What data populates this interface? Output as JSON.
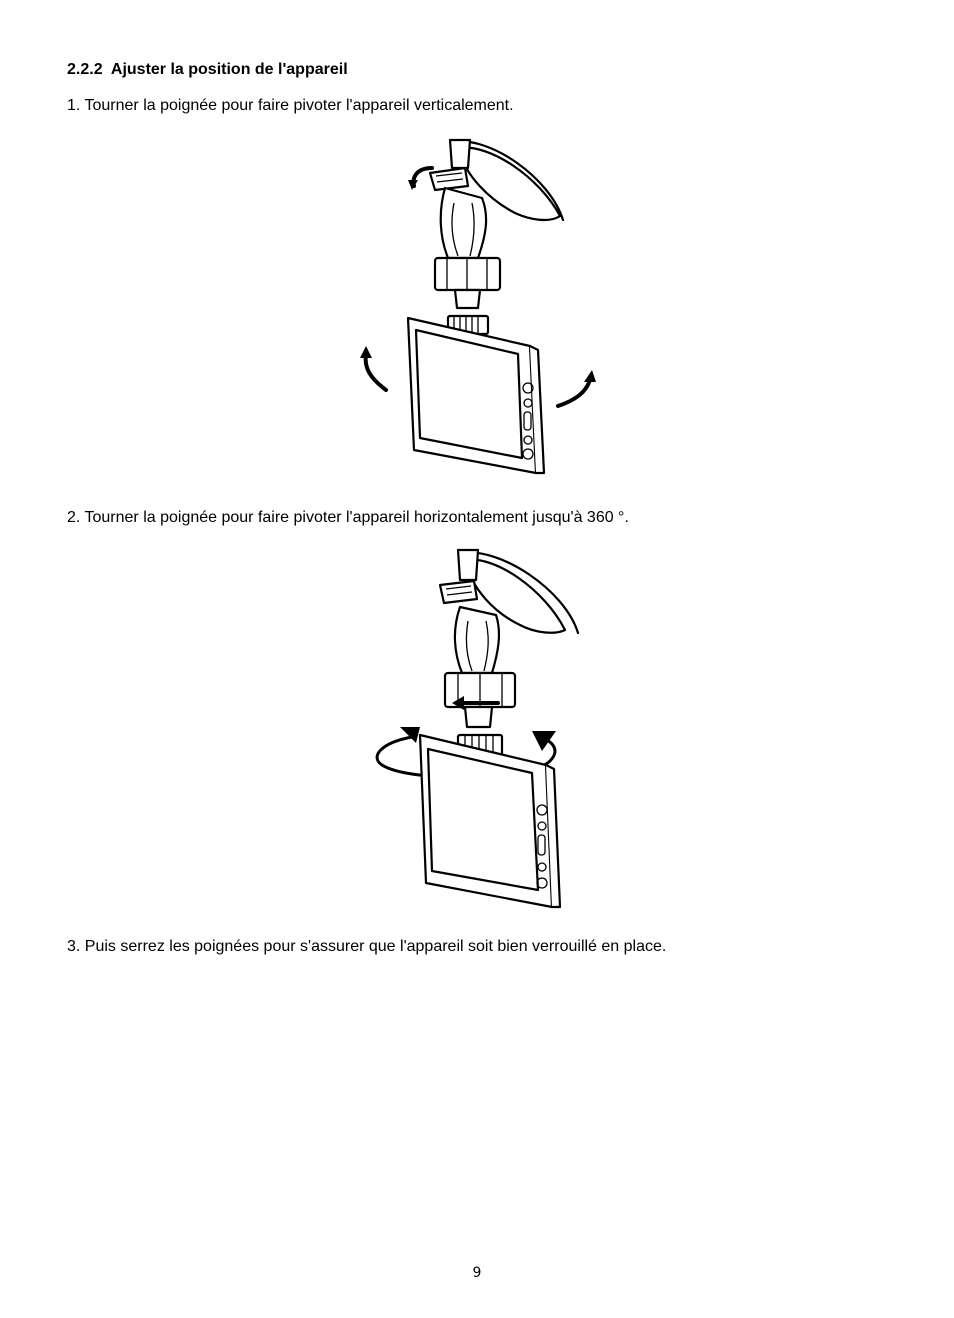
{
  "section": {
    "number": "2.2.2",
    "title": "Ajuster la position de l'appareil"
  },
  "steps": [
    {
      "text": "1. Tourner la poignée pour faire pivoter l'appareil verticalement."
    },
    {
      "text": "2. Tourner la poignée pour faire pivoter l'appareil horizontalement jusqu'à 360 °."
    },
    {
      "text": "3. Puis serrez les poignées pour s'assurer que l'appareil soit bien verrouillé en place."
    }
  ],
  "figures": [
    {
      "icon": "dashcam-vertical-rotation-illustration"
    },
    {
      "icon": "dashcam-horizontal-rotation-illustration"
    }
  ],
  "page_number": "9"
}
